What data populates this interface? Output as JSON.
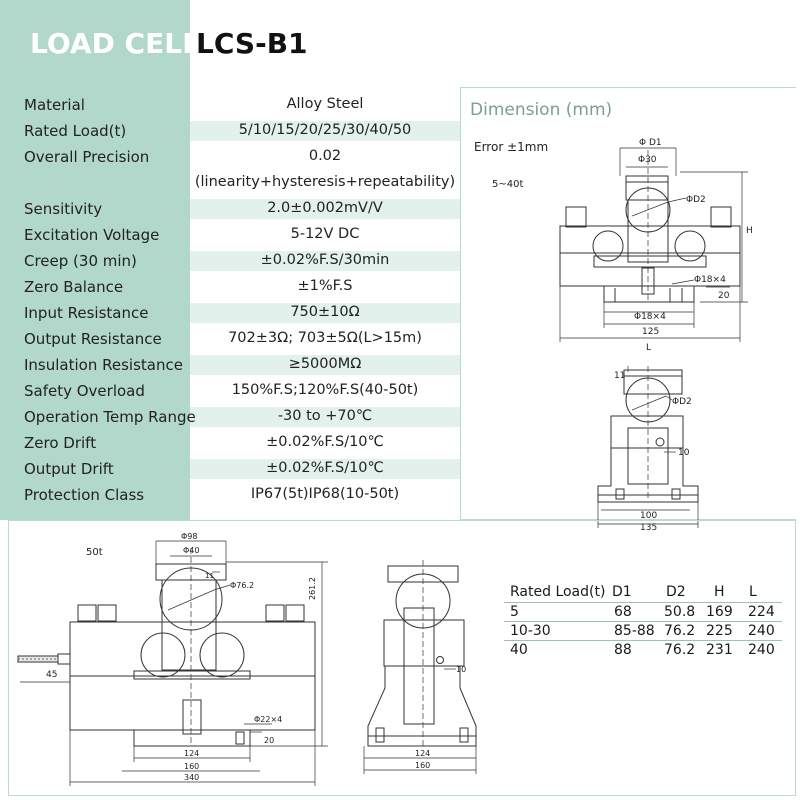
{
  "title": {
    "prefix": "LOAD CELL",
    "model": "LCS-B1"
  },
  "specs": [
    {
      "label": "Material",
      "value": "Alloy Steel"
    },
    {
      "label": "Rated Load(t)",
      "value": "5/10/15/20/25/30/40/50"
    },
    {
      "label": "Overall Precision",
      "value": "0.02"
    },
    {
      "label": "",
      "value": "(linearity+hysteresis+repeatability)"
    },
    {
      "label": "Sensitivity",
      "value": "2.0±0.002mV/V"
    },
    {
      "label": "Excitation Voltage",
      "value": "5-12V DC"
    },
    {
      "label": "Creep (30 min)",
      "value": "±0.02%F.S/30min"
    },
    {
      "label": "Zero Balance",
      "value": "±1%F.S"
    },
    {
      "label": "Input Resistance",
      "value": "750±10Ω"
    },
    {
      "label": "Output Resistance",
      "value": "702±3Ω; 703±5Ω(L>15m)"
    },
    {
      "label": "Insulation Resistance",
      "value": "≥5000MΩ"
    },
    {
      "label": "Safety Overload",
      "value": "150%F.S;120%F.S(40-50t)"
    },
    {
      "label": "Operation Temp Range",
      "value": "-30 to +70℃"
    },
    {
      "label": "Zero Drift",
      "value": "±0.02%F.S/10℃"
    },
    {
      "label": "Output Drift",
      "value": "±0.02%F.S/10℃"
    },
    {
      "label": "Protection Class",
      "value": "IP67(5t)IP68(10-50t)"
    }
  ],
  "dimension": {
    "title": "Dimension (mm)",
    "error_note": "Error ±1mm",
    "range_note": "5~40t",
    "labels": {
      "d1": "Φ D1",
      "phi30": "Φ30",
      "d2": "ΦD2",
      "h": "H",
      "phi18a": "Φ18×4",
      "twenty": "20",
      "phi18b": "Φ18×4",
      "w125": "125",
      "l": "L",
      "eleven": "11",
      "d2b": "ΦD2",
      "ten": "10",
      "w100": "100",
      "w135": "135"
    }
  },
  "bottom_drawing": {
    "range_note": "50t",
    "labels": {
      "phi98": "Φ98",
      "phi40": "Φ40",
      "eleven": "11",
      "phi76": "Φ76.2",
      "h261": "261.2",
      "w45": "45",
      "phi22": "Φ22×4",
      "twenty": "20",
      "w124a": "124",
      "w160a": "160",
      "w340": "340",
      "ten": "10",
      "w124b": "124",
      "w160b": "160"
    }
  },
  "rated_table": {
    "headers": [
      "Rated Load(t)",
      "D1",
      "D2",
      "H",
      "L"
    ],
    "rows": [
      [
        "5",
        "68",
        "50.8",
        "169",
        "224"
      ],
      [
        "10-30",
        "85-88",
        "76.2",
        "225",
        "240"
      ],
      [
        "40",
        "88",
        "76.2",
        "231",
        "240"
      ]
    ]
  }
}
